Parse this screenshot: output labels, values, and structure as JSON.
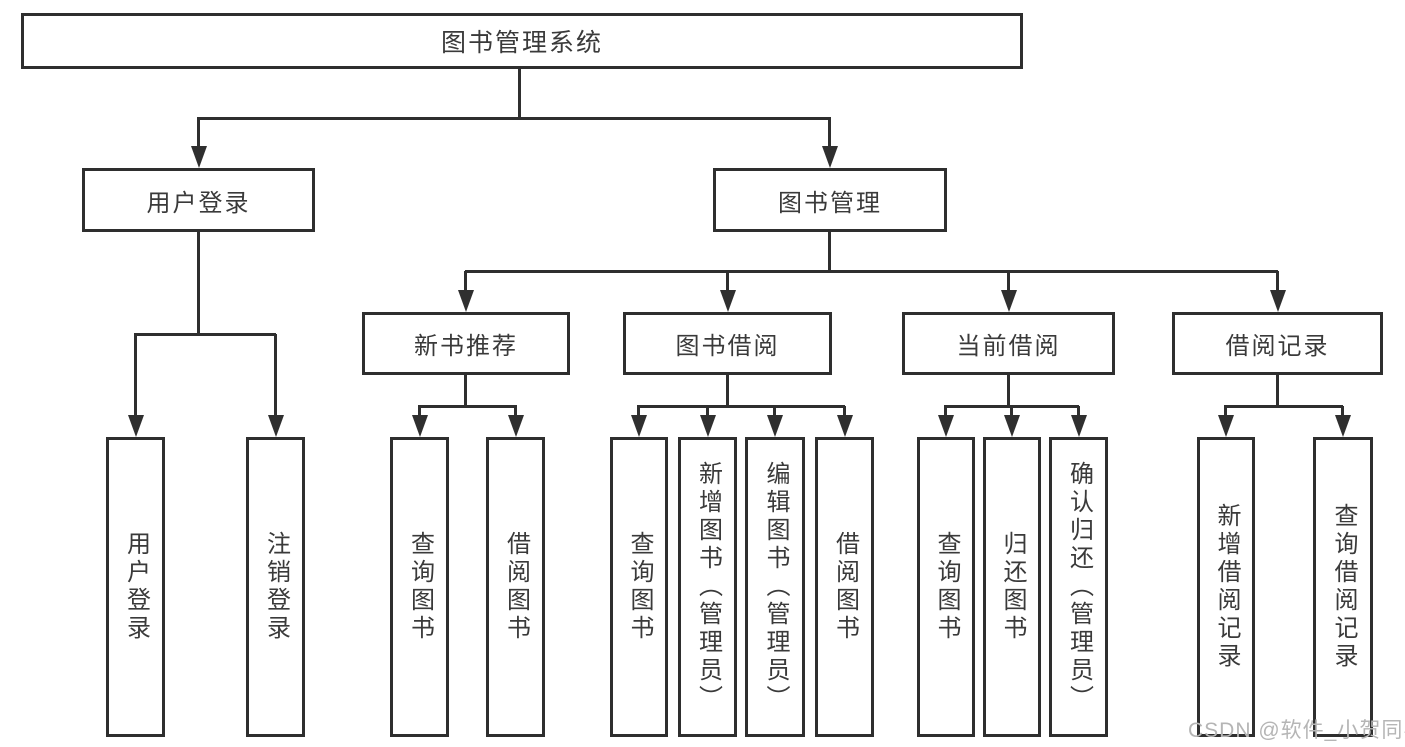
{
  "diagram": {
    "title": "图书管理系统",
    "root": {
      "label": "图书管理系统"
    },
    "level2": [
      {
        "label": "用户登录"
      },
      {
        "label": "图书管理"
      }
    ],
    "level3": [
      {
        "label": "新书推荐"
      },
      {
        "label": "图书借阅"
      },
      {
        "label": "当前借阅"
      },
      {
        "label": "借阅记录"
      }
    ],
    "leaves": {
      "user_login": [
        {
          "label": "用户登录"
        },
        {
          "label": "注销登录"
        }
      ],
      "new_book": [
        {
          "label": "查询图书"
        },
        {
          "label": "借阅图书"
        }
      ],
      "book_borrow": [
        {
          "label": "查询图书"
        },
        {
          "label": "新增图书（管理员）"
        },
        {
          "label": "编辑图书（管理员）"
        },
        {
          "label": "借阅图书"
        }
      ],
      "current_borrow": [
        {
          "label": "查询图书"
        },
        {
          "label": "归还图书"
        },
        {
          "label": "确认归还（管理员）"
        }
      ],
      "borrow_record": [
        {
          "label": "新增借阅记录"
        },
        {
          "label": "查询借阅记录"
        }
      ]
    },
    "colors": {
      "line": "#2f2f2f",
      "border": "#2e2e2e",
      "text": "#3a3a3a",
      "background": "#ffffff",
      "watermark": "#b5b5b5"
    }
  },
  "watermark": {
    "text": "CSDN @软件_小贺同学"
  }
}
